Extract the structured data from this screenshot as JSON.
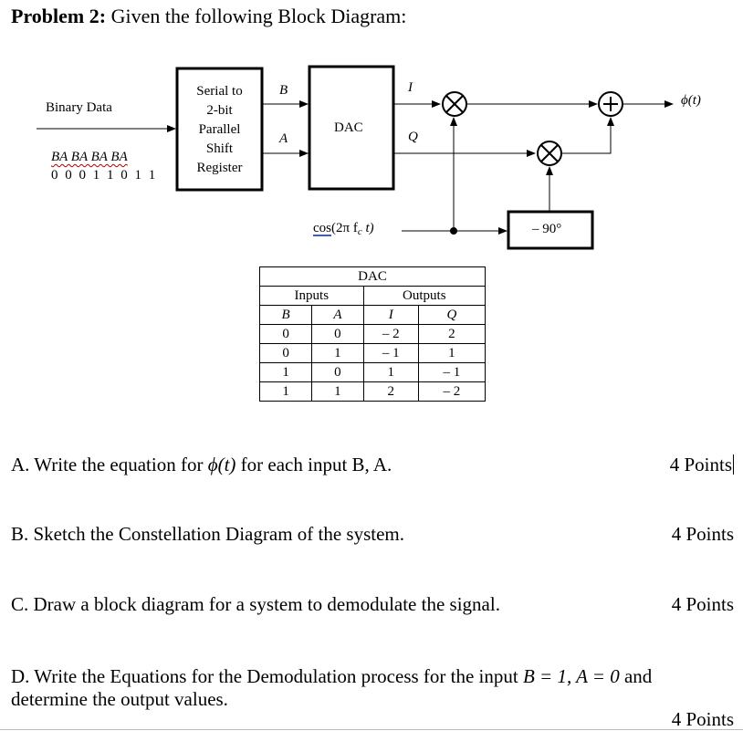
{
  "title": {
    "bold": "Problem 2:",
    "rest": "Given the following Block Diagram:"
  },
  "diagram": {
    "binary_data_label": "Binary Data",
    "bit_pairs_label": "BA BA BA BA",
    "bits": "0 0 0 1 1 0 1 1",
    "shift_register_lines": [
      "Serial to",
      "2-bit",
      "Parallel",
      "Shift",
      "Register"
    ],
    "b_label": "B",
    "a_label": "A",
    "dac_label": "DAC",
    "i_label": "I",
    "q_label": "Q",
    "multiply_symbol": "⊗",
    "sum_symbol": "+",
    "output_label": "ϕ(t)",
    "carrier_label_cos": "cos",
    "carrier_label_rest": "(2π f",
    "carrier_sub": "c",
    "carrier_tail": " t)",
    "phase_shift_label": "– 90°"
  },
  "table": {
    "title": "DAC",
    "inputs_header": "Inputs",
    "outputs_header": "Outputs",
    "columns": [
      "B",
      "A",
      "I",
      "Q"
    ],
    "rows": [
      [
        "0",
        "0",
        "– 2",
        "2"
      ],
      [
        "0",
        "1",
        "– 1",
        "1"
      ],
      [
        "1",
        "0",
        "1",
        "– 1"
      ],
      [
        "1",
        "1",
        "2",
        "– 2"
      ]
    ]
  },
  "questions": {
    "a_text_before": "A.  Write the equation for ",
    "a_phi": "ϕ(t)",
    "a_text_after": " for each input B, A.",
    "a_points": "4 Points",
    "b_text": "B.  Sketch the Constellation Diagram of the system.",
    "b_points": "4 Points",
    "c_text": "C.  Draw a block diagram for a system to demodulate the signal.",
    "c_points": "4 Points",
    "d_text_1": "D.  Write the Equations for the Demodulation process for the input ",
    "d_eq": "B = 1, A = 0",
    "d_text_2": " and",
    "d_text_3": "determine the output values.",
    "d_points": "4 Points"
  }
}
